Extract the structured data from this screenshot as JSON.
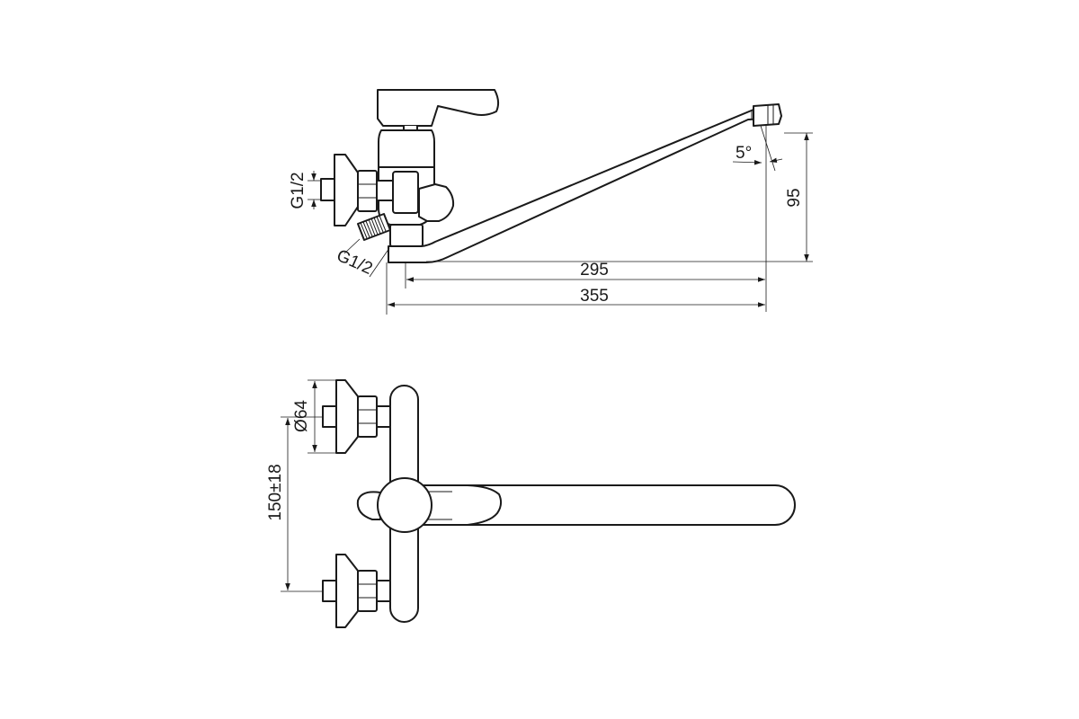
{
  "side_view": {
    "inlet_thread_label": "G1/2",
    "shower_thread_label": "G1/2",
    "spout_angle_label": "5°",
    "spout_height_label": "95",
    "spout_reach_label": "295",
    "overall_length_label": "355"
  },
  "top_view": {
    "flange_diameter_label": "Ø64",
    "centre_distance_label": "150±18"
  }
}
